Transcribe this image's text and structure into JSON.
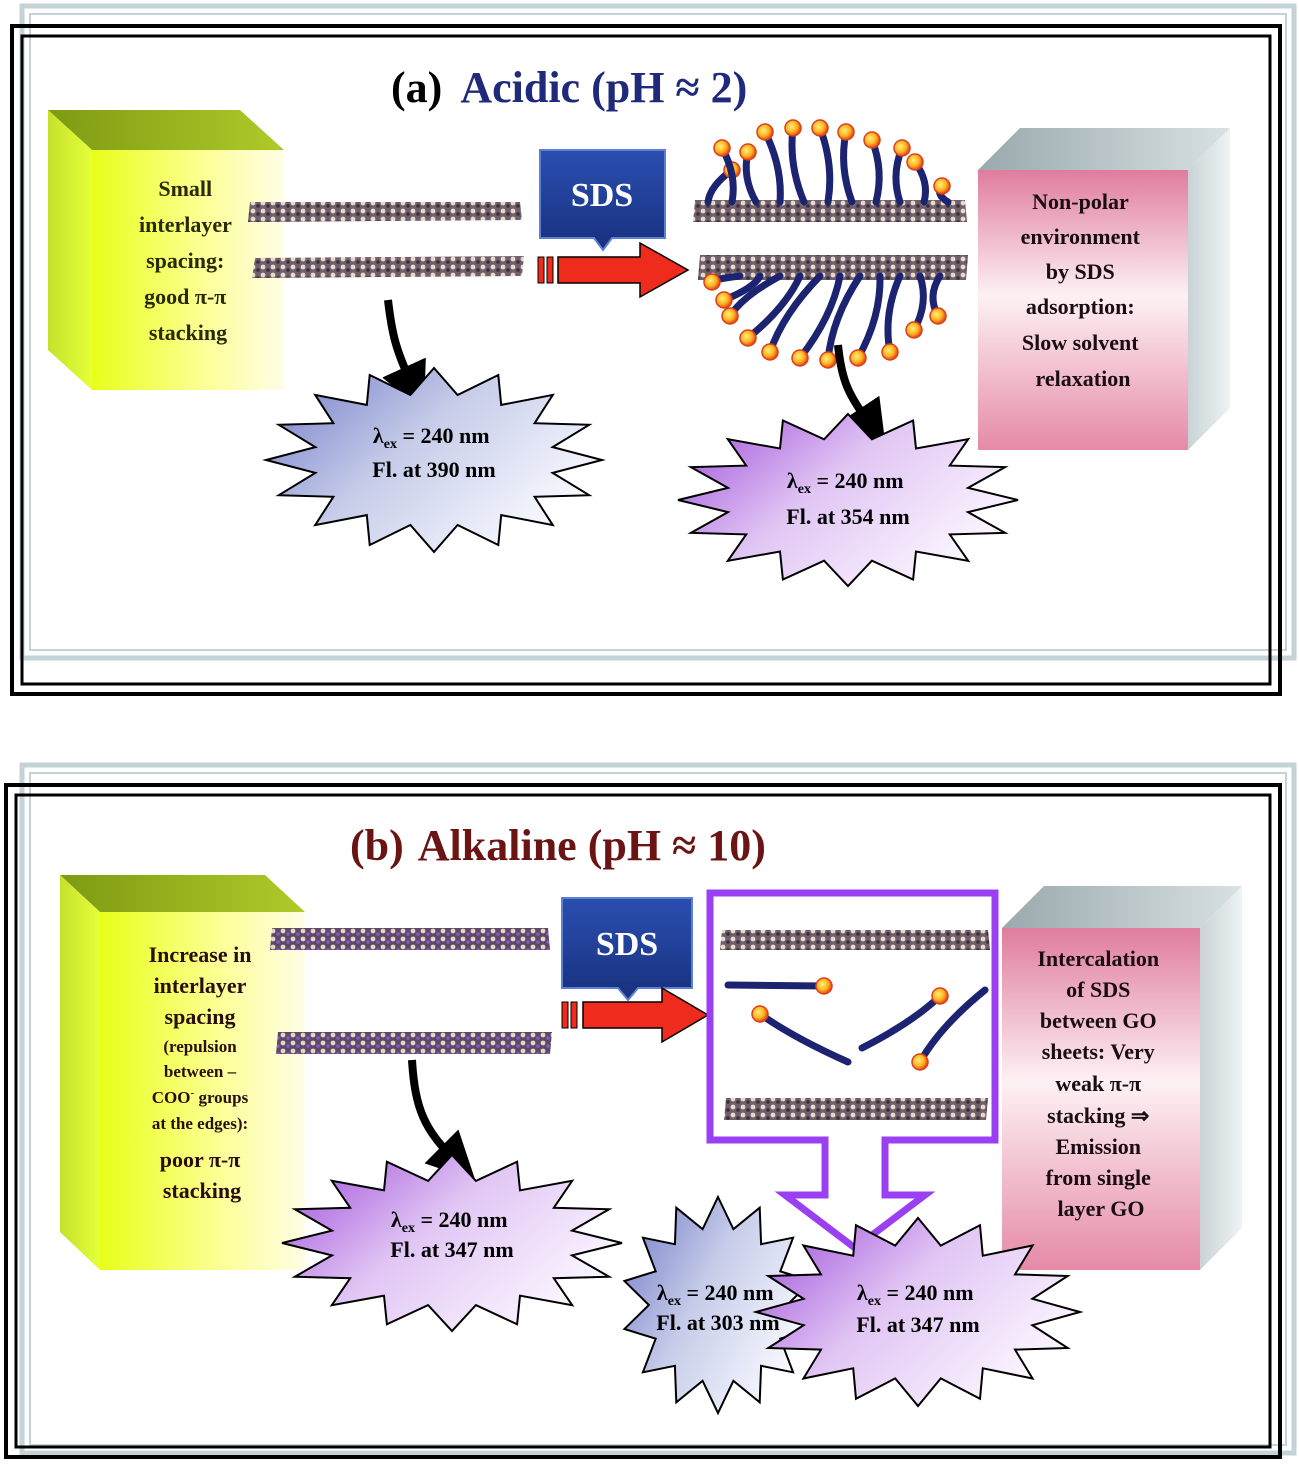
{
  "panel_a": {
    "title_letter": "(a)",
    "title_main": "Acidic (pH ≈ 2)",
    "left_box_lines": [
      "Small",
      "interlayer",
      "spacing:",
      "good π-π",
      "stacking"
    ],
    "sds_label": "SDS",
    "right_box_lines": [
      "Non-polar",
      "environment",
      "by SDS",
      "adsorption:",
      "Slow solvent",
      "relaxation"
    ],
    "burst_left": {
      "lambda": "λ",
      "sub": "ex",
      "eq": " = 240 nm",
      "fl": "Fl. at 390 nm"
    },
    "burst_right": {
      "lambda": "λ",
      "sub": "ex",
      "eq": " = 240 nm",
      "fl": "Fl. at 354 nm"
    }
  },
  "panel_b": {
    "title_letter": "(b)",
    "title_main": "Alkaline (pH ≈ 10)",
    "left_box_lines_big": [
      "Increase in",
      "interlayer",
      "spacing"
    ],
    "left_box_lines_small": [
      "(repulsion",
      "between –"
    ],
    "coo_base": "COO",
    "coo_sup": "-",
    "coo_rest": " groups",
    "left_box_lines_small2": [
      "at the edges):"
    ],
    "left_box_lines_big2": [
      "poor π-π",
      "stacking"
    ],
    "sds_label": "SDS",
    "right_box_lines": [
      "Intercalation",
      "of SDS",
      "between GO",
      "sheets: Very",
      "weak π-π",
      "stacking ⇒",
      "Emission",
      "from single",
      "layer GO"
    ],
    "burst_left": {
      "lambda": "λ",
      "sub": "ex",
      "eq": " = 240 nm",
      "fl": "Fl. at 347 nm"
    },
    "burst_mid": {
      "lambda": "λ",
      "sub": "ex",
      "eq": " = 240 nm",
      "fl": "Fl. at 303 nm"
    },
    "burst_right": {
      "lambda": "λ",
      "sub": "ex",
      "eq": " = 240 nm",
      "fl": "Fl. at 347 nm"
    }
  },
  "colors": {
    "title_a": "#1f2a7a",
    "title_b": "#6b1414",
    "box_left_front": "#f2ff3a",
    "box_right_front": "#e08aa6",
    "sds_box": "#1f3f9a",
    "arrow_red": "#ee2b1c",
    "tail_blue": "#1c2370",
    "head_orange": "#ffb21e",
    "frame_violet": "#9a3ff2"
  }
}
